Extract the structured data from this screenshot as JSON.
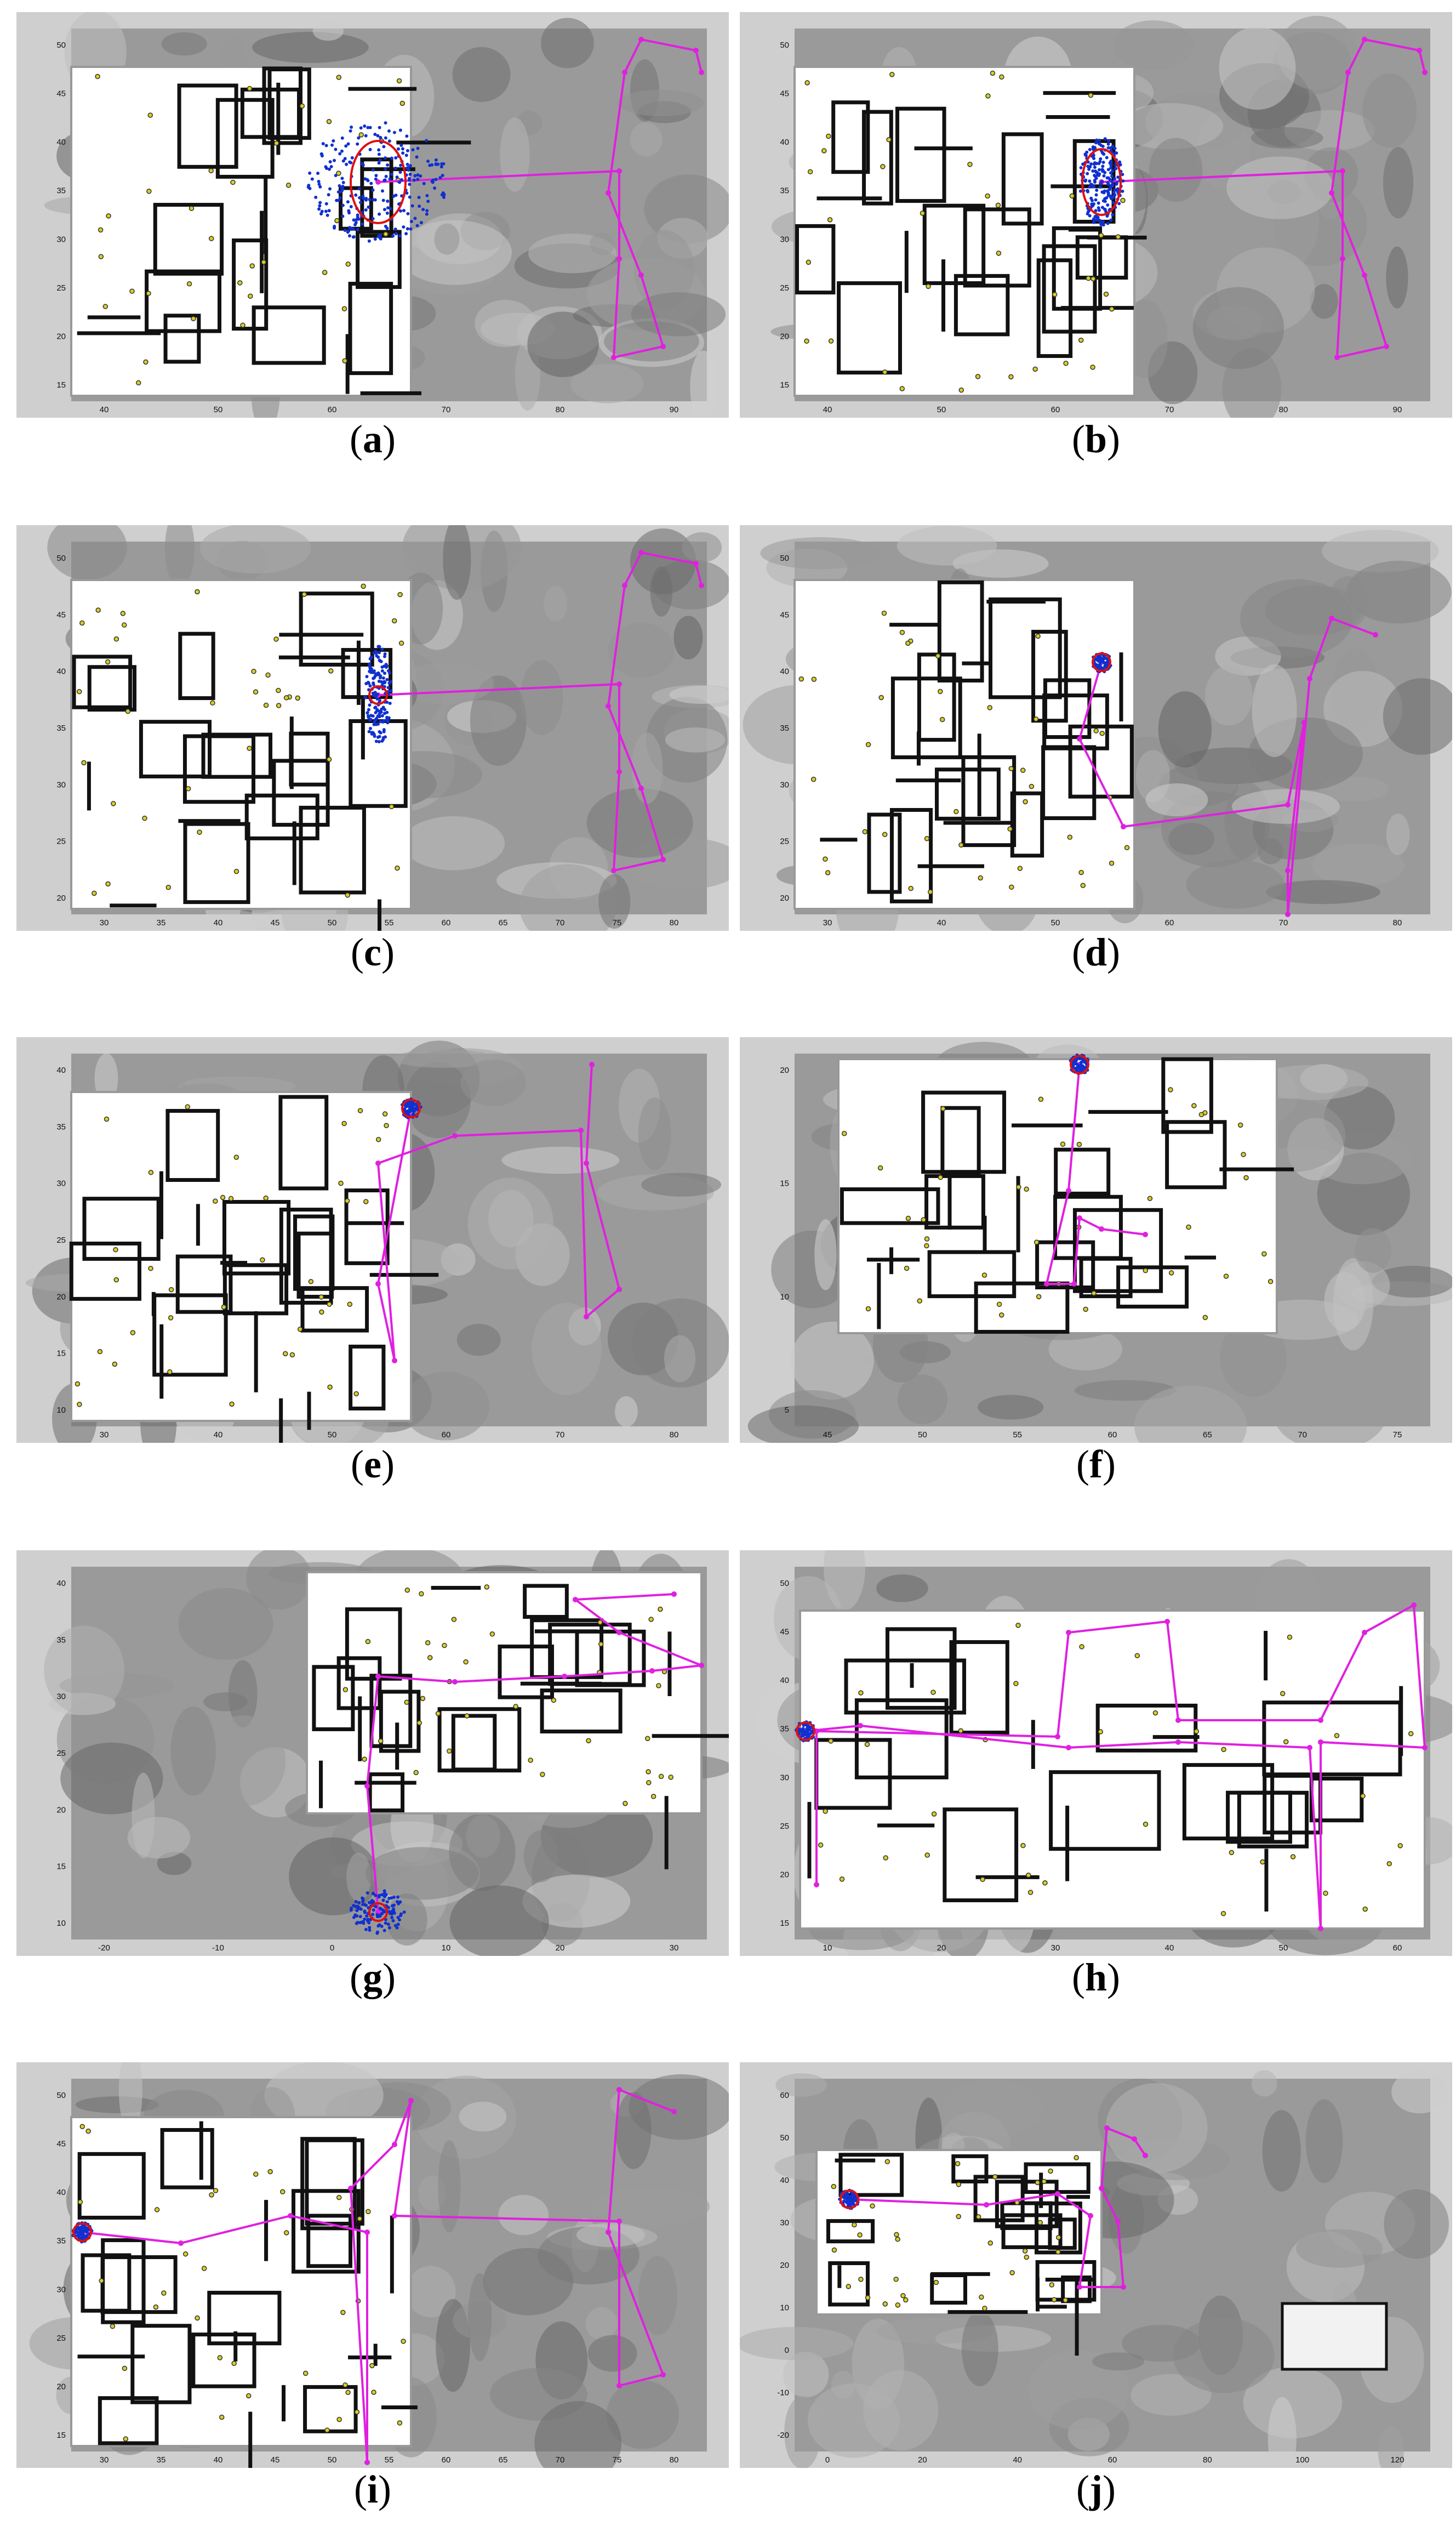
{
  "figure": {
    "panels": [
      {
        "id": "a",
        "label": "a",
        "yticks": [
          "50",
          "45",
          "40",
          "35",
          "30",
          "25",
          "20",
          "15"
        ],
        "xticks": [
          "40",
          "50",
          "60",
          "70",
          "80",
          "90"
        ],
        "scatter": "wide",
        "ellipse": "large",
        "path_variant": 1
      },
      {
        "id": "b",
        "label": "b",
        "yticks": [
          "50",
          "45",
          "40",
          "35",
          "30",
          "25",
          "20",
          "15"
        ],
        "xticks": [
          "40",
          "50",
          "60",
          "70",
          "80",
          "90"
        ],
        "scatter": "medium",
        "ellipse": "medium",
        "path_variant": 1
      },
      {
        "id": "c",
        "label": "c",
        "yticks": [
          "50",
          "45",
          "40",
          "35",
          "30",
          "25",
          "20"
        ],
        "xticks": [
          "30",
          "35",
          "40",
          "45",
          "50",
          "55",
          "60",
          "65",
          "70",
          "75",
          "80"
        ],
        "scatter": "vertical",
        "ellipse": "small",
        "path_variant": 1
      },
      {
        "id": "d",
        "label": "d",
        "yticks": [
          "50",
          "45",
          "40",
          "35",
          "30",
          "25",
          "20"
        ],
        "xticks": [
          "30",
          "40",
          "50",
          "60",
          "70",
          "80"
        ],
        "scatter": "tight",
        "ellipse": "small",
        "path_variant": 2
      },
      {
        "id": "e",
        "label": "e",
        "yticks": [
          "40",
          "35",
          "30",
          "25",
          "20",
          "15",
          "10"
        ],
        "xticks": [
          "30",
          "40",
          "50",
          "60",
          "70",
          "80"
        ],
        "scatter": "tight",
        "ellipse": "small",
        "path_variant": 3
      },
      {
        "id": "f",
        "label": "f",
        "yticks": [
          "20",
          "15",
          "10",
          "5"
        ],
        "xticks": [
          "45",
          "50",
          "55",
          "60",
          "65",
          "70",
          "75"
        ],
        "scatter": "tight",
        "ellipse": "small",
        "path_variant": 4
      },
      {
        "id": "g",
        "label": "g",
        "yticks": [
          "40",
          "35",
          "30",
          "25",
          "20",
          "15",
          "10"
        ],
        "xticks": [
          "-20",
          "-10",
          "0",
          "10",
          "20",
          "30"
        ],
        "scatter": "spread",
        "ellipse": "small",
        "path_variant": 5
      },
      {
        "id": "h",
        "label": "h",
        "yticks": [
          "50",
          "45",
          "40",
          "35",
          "30",
          "25",
          "20",
          "15"
        ],
        "xticks": [
          "10",
          "20",
          "30",
          "40",
          "50",
          "60"
        ],
        "scatter": "tight",
        "ellipse": "small",
        "path_variant": 6
      },
      {
        "id": "i",
        "label": "i",
        "yticks": [
          "50",
          "45",
          "40",
          "35",
          "30",
          "25",
          "20",
          "15"
        ],
        "xticks": [
          "30",
          "35",
          "40",
          "45",
          "50",
          "55",
          "60",
          "65",
          "70",
          "75",
          "80"
        ],
        "scatter": "tight",
        "ellipse": "small",
        "path_variant": 7
      },
      {
        "id": "j",
        "label": "j",
        "yticks": [
          "60",
          "50",
          "40",
          "30",
          "20",
          "10",
          "0",
          "-10",
          "-20"
        ],
        "xticks": [
          "0",
          "20",
          "40",
          "60",
          "80",
          "100",
          "120"
        ],
        "scatter": "tight",
        "ellipse": "small",
        "path_variant": 8
      }
    ]
  },
  "colors": {
    "trajectory": "#e020e0",
    "particles": "#1030d0",
    "ellipse": "#e01010",
    "walls": "#111111",
    "landmarks": "#d8d020",
    "floor": "#ffffff",
    "aerial": "#9a9a9a",
    "frame": "#cfcfcf"
  }
}
